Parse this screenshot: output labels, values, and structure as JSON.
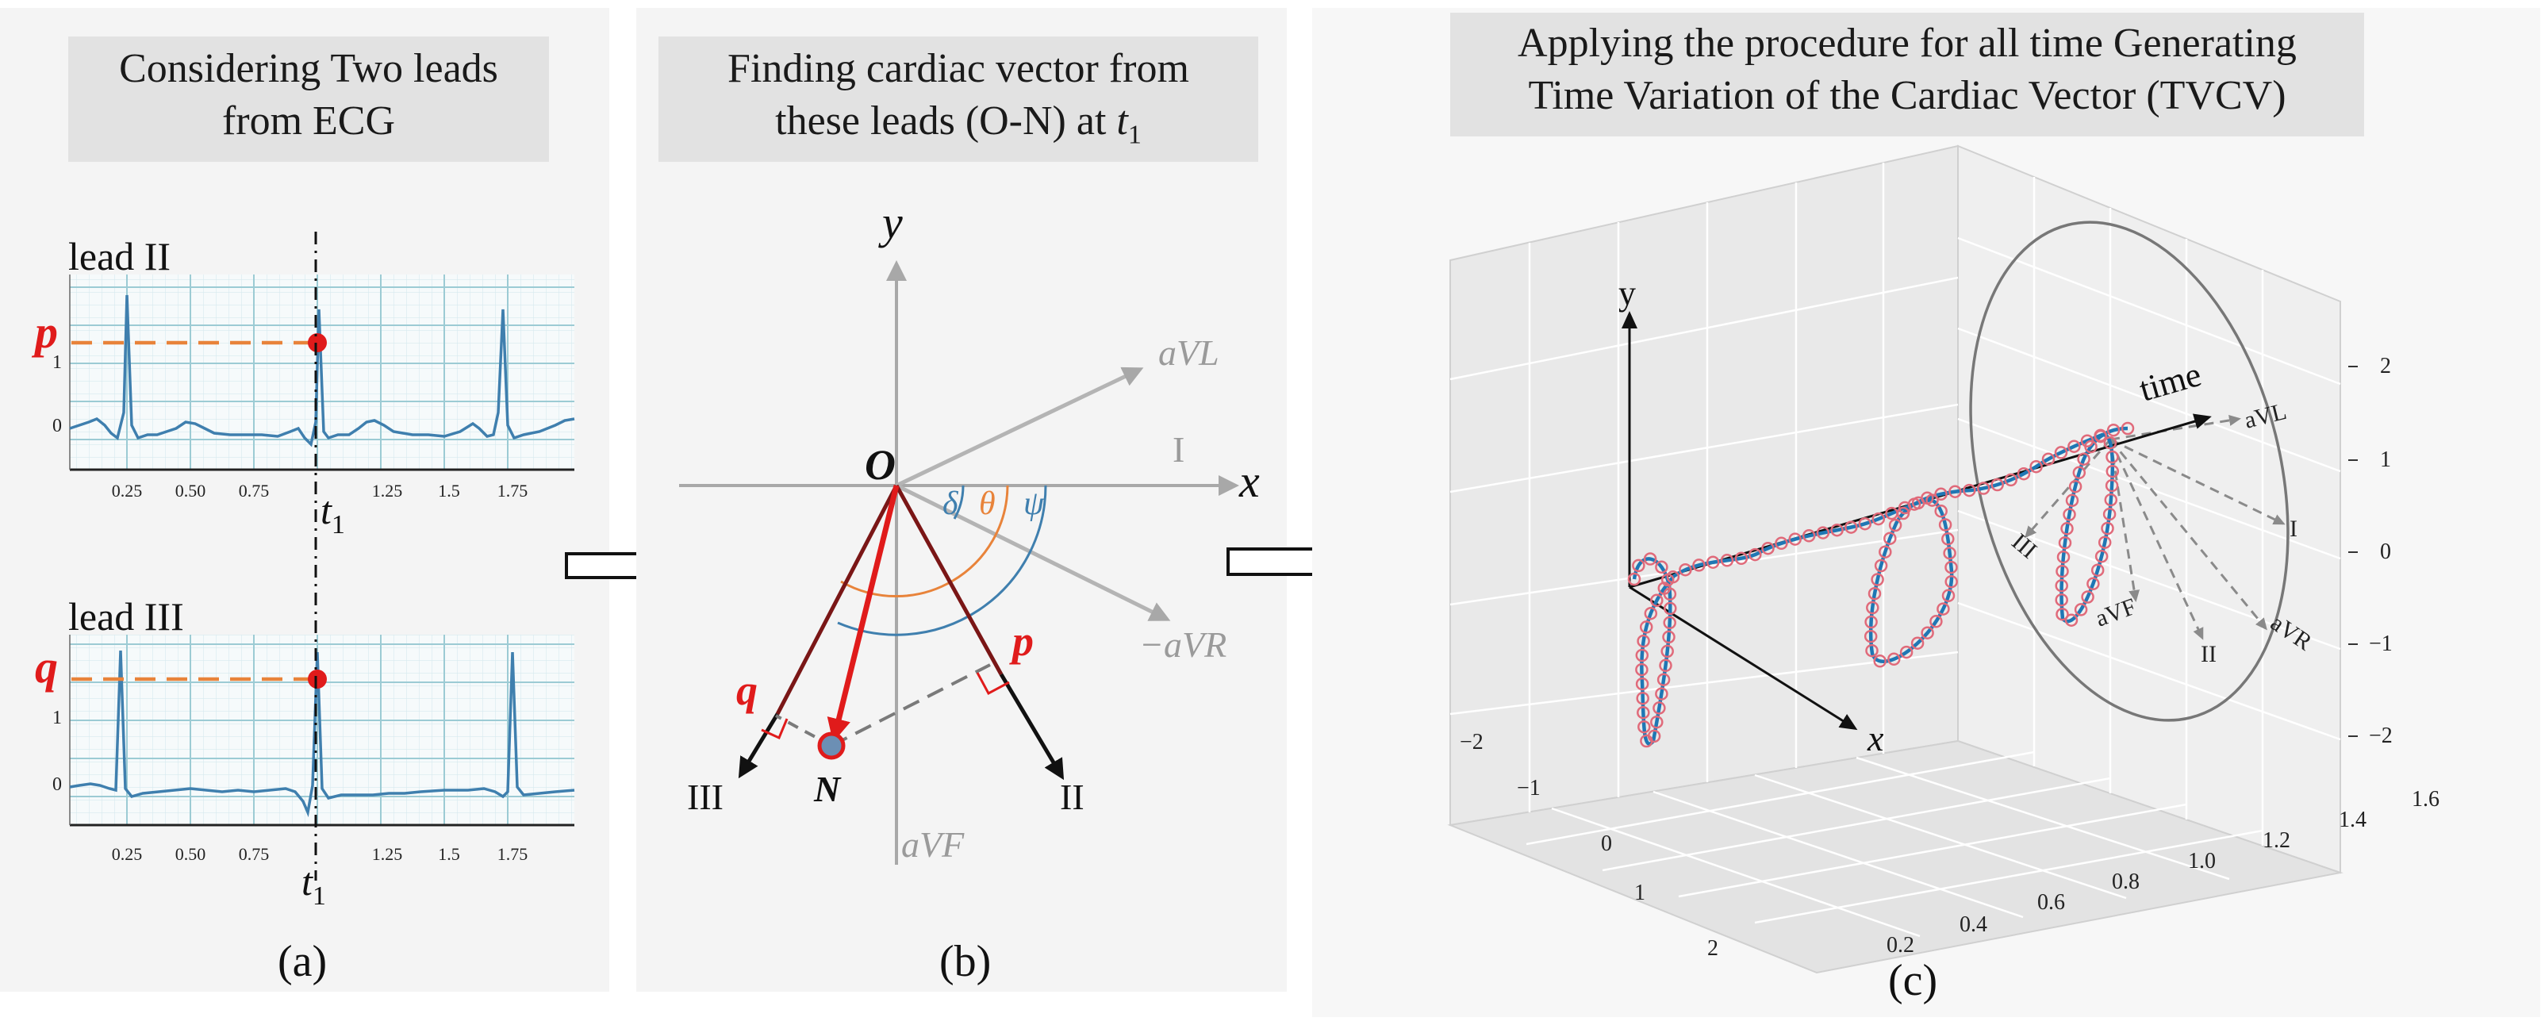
{
  "panel_a": {
    "title_line1": "Considering Two leads",
    "title_line2": "from ECG",
    "top_label": "lead II",
    "bottom_label": "lead III",
    "top_marker": "p",
    "bottom_marker": "q",
    "ytick_1": "1",
    "ytick_0": "0",
    "xticks": [
      "0.25",
      "0.50",
      "0.75",
      "1.25",
      "1.5",
      "1.75"
    ],
    "t_label": "t",
    "t_sub": "1",
    "caption": "(a)"
  },
  "panel_b": {
    "title_line1": "Finding cardiac vector from",
    "title_line2": "these leads (O-N) at",
    "title_t": "t",
    "title_t_sub": "1",
    "axis_y": "y",
    "axis_x": "x",
    "origin": "O",
    "lead_avl": "aVL",
    "lead_i": "I",
    "lead_mavr": "−aVR",
    "lead_avf": "aVF",
    "lead_ii": "II",
    "lead_iii": "III",
    "angle_delta": "δ",
    "angle_theta": "θ",
    "angle_psi": "ψ",
    "proj_p": "p",
    "proj_q": "q",
    "point_n": "N",
    "caption": "(b)"
  },
  "panel_c": {
    "title_line1": "Applying the procedure for all time Generating",
    "title_line2": "Time Variation of the Cardiac Vector (TVCV)",
    "axis_y": "y",
    "axis_x": "x",
    "axis_time": "time",
    "lead_avl": "aVL",
    "lead_i": "I",
    "lead_iii": "III",
    "lead_avf": "aVF",
    "lead_ii": "II",
    "lead_avr": "aVR",
    "right_ticks": [
      "2",
      "1",
      "0",
      "−1",
      "−2"
    ],
    "left_ticks": [
      "−2",
      "−1",
      "0",
      "1",
      "2"
    ],
    "bottom_ticks": [
      "0.2",
      "0.4",
      "0.6",
      "0.8",
      "1.0",
      "1.2",
      "1.4",
      "1.6"
    ],
    "caption": "(c)"
  },
  "colors": {
    "ecg_trace": "#3f7fae",
    "red_marker": "#e01b1b",
    "orange_dash": "#e8833a",
    "lead_gray": "#b4b4b4",
    "lead_dark_red": "#7a1616",
    "tvcv_blue": "#1f77b4",
    "tvcv_marker": "#e06a7a",
    "grid_teal": "#b7d8de"
  }
}
